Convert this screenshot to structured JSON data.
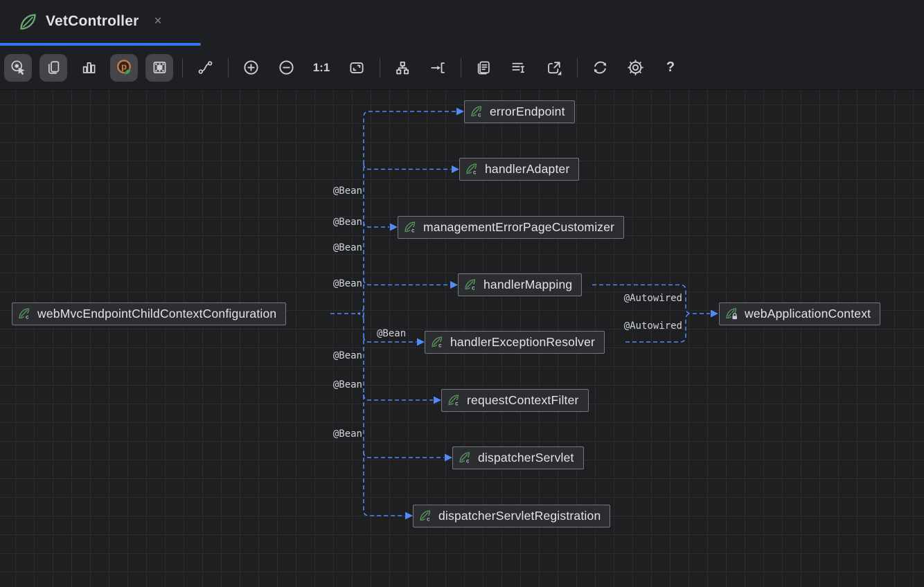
{
  "tab": {
    "title": "VetController",
    "close_label": "×"
  },
  "toolbar": {
    "actual_size_label": "1:1",
    "help_label": "?",
    "icons": [
      "target-cursor",
      "copy-diagram",
      "bar-chart",
      "spring-prototype",
      "frame-borders",
      "curved-edge",
      "zoom-in",
      "zoom-out",
      "actual-size",
      "fit-content",
      "hierarchy-layout",
      "apply-layout",
      "show-notes",
      "edge-labels",
      "export-diagram",
      "refresh",
      "settings",
      "help"
    ]
  },
  "diagram": {
    "nodes": [
      {
        "label": "errorEndpoint",
        "badge": "c"
      },
      {
        "label": "handlerAdapter",
        "badge": "c"
      },
      {
        "label": "managementErrorPageCustomizer",
        "badge": "c"
      },
      {
        "label": "handlerMapping",
        "badge": "c"
      },
      {
        "label": "webMvcEndpointChildContextConfiguration",
        "badge": "c"
      },
      {
        "label": "webApplicationContext",
        "badge": "lock"
      },
      {
        "label": "handlerExceptionResolver",
        "badge": "c"
      },
      {
        "label": "requestContextFilter",
        "badge": "c"
      },
      {
        "label": "dispatcherServlet",
        "badge": "c"
      },
      {
        "label": "dispatcherServletRegistration",
        "badge": "c"
      }
    ],
    "edge_labels": {
      "bean": "@Bean",
      "autowired": "@Autowired"
    },
    "colors": {
      "edge_blue": "#548af7",
      "tab_accent": "#3574f0",
      "leaf_green": "#57965c",
      "node_bg": "#2b2d30",
      "node_border": "#75797f",
      "canvas_bg": "#1d1f21",
      "grid_line": "#2b2d30"
    }
  }
}
